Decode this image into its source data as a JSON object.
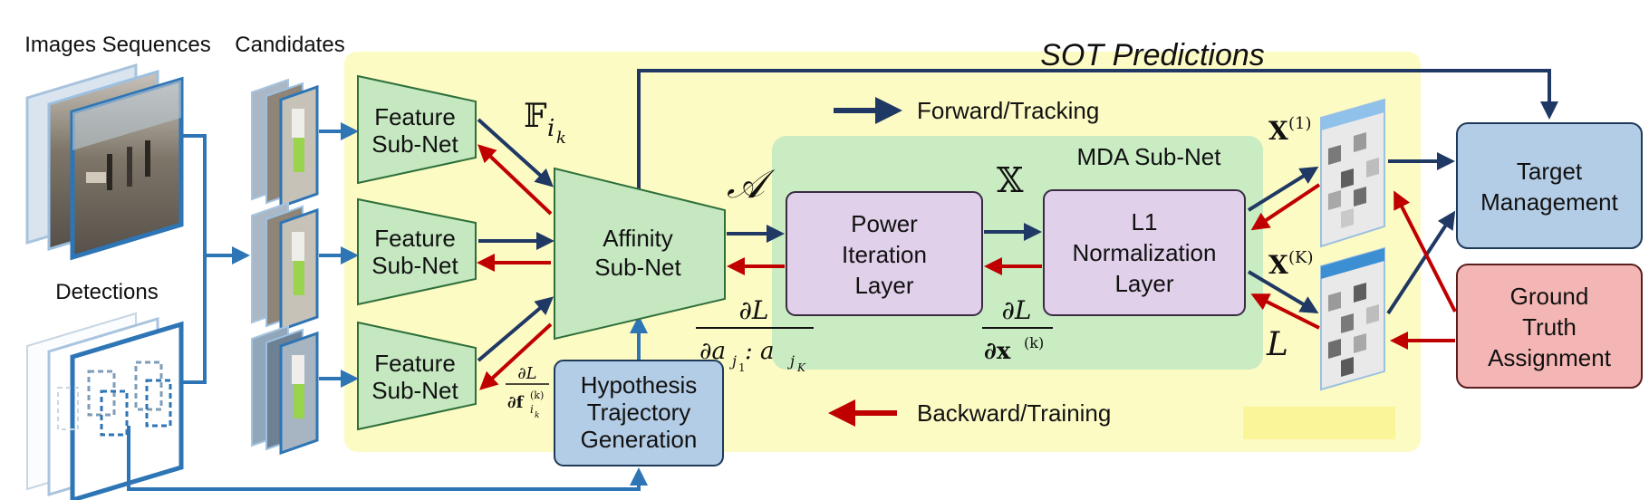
{
  "labels": {
    "images_sequences": "Images Sequences",
    "candidates": "Candidates",
    "detections": "Detections",
    "sot_predictions": "SOT Predictions",
    "forward": "Forward/Tracking",
    "backward": "Backward/Training",
    "mda_subnet": "MDA Sub-Net"
  },
  "feature_subnets": [
    {
      "line1": "Feature",
      "line2": "Sub-Net"
    },
    {
      "line1": "Feature",
      "line2": "Sub-Net"
    },
    {
      "line1": "Feature",
      "line2": "Sub-Net"
    }
  ],
  "affinity": {
    "line1": "Affinity",
    "line2": "Sub-Net"
  },
  "hypothesis": {
    "line1": "Hypothesis",
    "line2": "Trajectory",
    "line3": "Generation"
  },
  "power_iteration": {
    "line1": "Power",
    "line2": "Iteration",
    "line3": "Layer"
  },
  "l1_norm": {
    "line1": "L1",
    "line2": "Normalization",
    "line3": "Layer"
  },
  "target_mgmt": {
    "line1": "Target",
    "line2": "Management"
  },
  "ground_truth": {
    "line1": "Ground",
    "line2": "Truth",
    "line3": "Assignment"
  },
  "math": {
    "F_sym": "𝔽",
    "F_sub": "i",
    "F_subsub": "k",
    "A": "𝒜",
    "X": "𝕏",
    "L": "L",
    "X1": "X",
    "X1_sup": "(1)",
    "XK": "X",
    "XK_sup": "(K)",
    "dL_num": "∂L",
    "dL_da_den": "∂a",
    "dL_da_den_j1": "j",
    "dL_da_den_1": "1",
    "dL_da_den_colon": ": a",
    "dL_da_den_jK": "j",
    "dL_da_den_K": "K",
    "dL_dx_den": "∂x",
    "dL_dx_sup": "(k)",
    "dL_df_num": "∂L",
    "dL_df_den": "∂f",
    "dL_df_sup": "(k)",
    "dL_df_sub": "i",
    "dL_df_subsub": "k"
  },
  "colors": {
    "forward": "#1f3864",
    "backward": "#c00000",
    "flow": "#2e75b6",
    "yellow_bg": "#fdfbc4",
    "mda_bg": "#c9ecc2",
    "feature_fill": "#c5e8c1",
    "purple": "#e1d0ea",
    "blue_box": "#b4cde6",
    "red_box": "#f4b6b4"
  }
}
